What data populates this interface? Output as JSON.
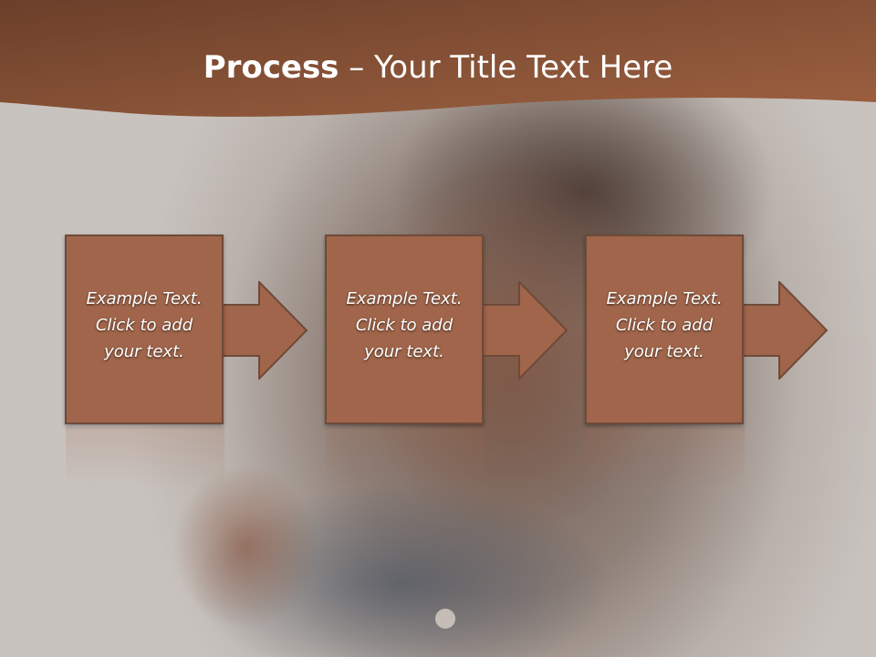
{
  "title": {
    "bold": "Process",
    "rest": " – Your Title Text Here"
  },
  "steps": [
    {
      "line1": "Example Text.",
      "line2": "Click  to add",
      "line3": "your text."
    },
    {
      "line1": "Example Text.",
      "line2": "Click  to add",
      "line3": "your text."
    },
    {
      "line1": "Example Text.",
      "line2": "Click  to add",
      "line3": "your text."
    }
  ],
  "colors": {
    "header": "#8a5438",
    "box": "#a0654a",
    "border": "#6e4a3a"
  }
}
